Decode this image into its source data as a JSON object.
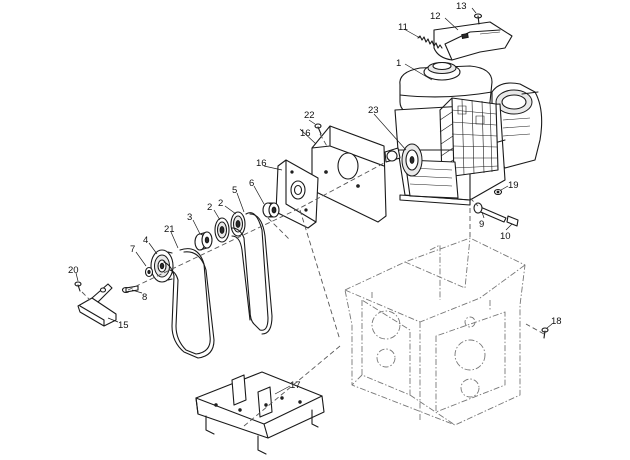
{
  "callouts": [
    {
      "id": "c1",
      "label": "1"
    },
    {
      "id": "c2a",
      "label": "2"
    },
    {
      "id": "c2b",
      "label": "2"
    },
    {
      "id": "c3",
      "label": "3"
    },
    {
      "id": "c4",
      "label": "4"
    },
    {
      "id": "c5",
      "label": "5"
    },
    {
      "id": "c6",
      "label": "6"
    },
    {
      "id": "c7",
      "label": "7"
    },
    {
      "id": "c8",
      "label": "8"
    },
    {
      "id": "c9",
      "label": "9"
    },
    {
      "id": "c10",
      "label": "10"
    },
    {
      "id": "c11",
      "label": "11"
    },
    {
      "id": "c12",
      "label": "12"
    },
    {
      "id": "c13",
      "label": "13"
    },
    {
      "id": "c15",
      "label": "15"
    },
    {
      "id": "c16a",
      "label": "16"
    },
    {
      "id": "c16b",
      "label": "16"
    },
    {
      "id": "c17",
      "label": "17"
    },
    {
      "id": "c18",
      "label": "18"
    },
    {
      "id": "c19",
      "label": "19"
    },
    {
      "id": "c20",
      "label": "20"
    },
    {
      "id": "c21",
      "label": "21"
    },
    {
      "id": "c22",
      "label": "22"
    },
    {
      "id": "c23",
      "label": "23"
    }
  ]
}
